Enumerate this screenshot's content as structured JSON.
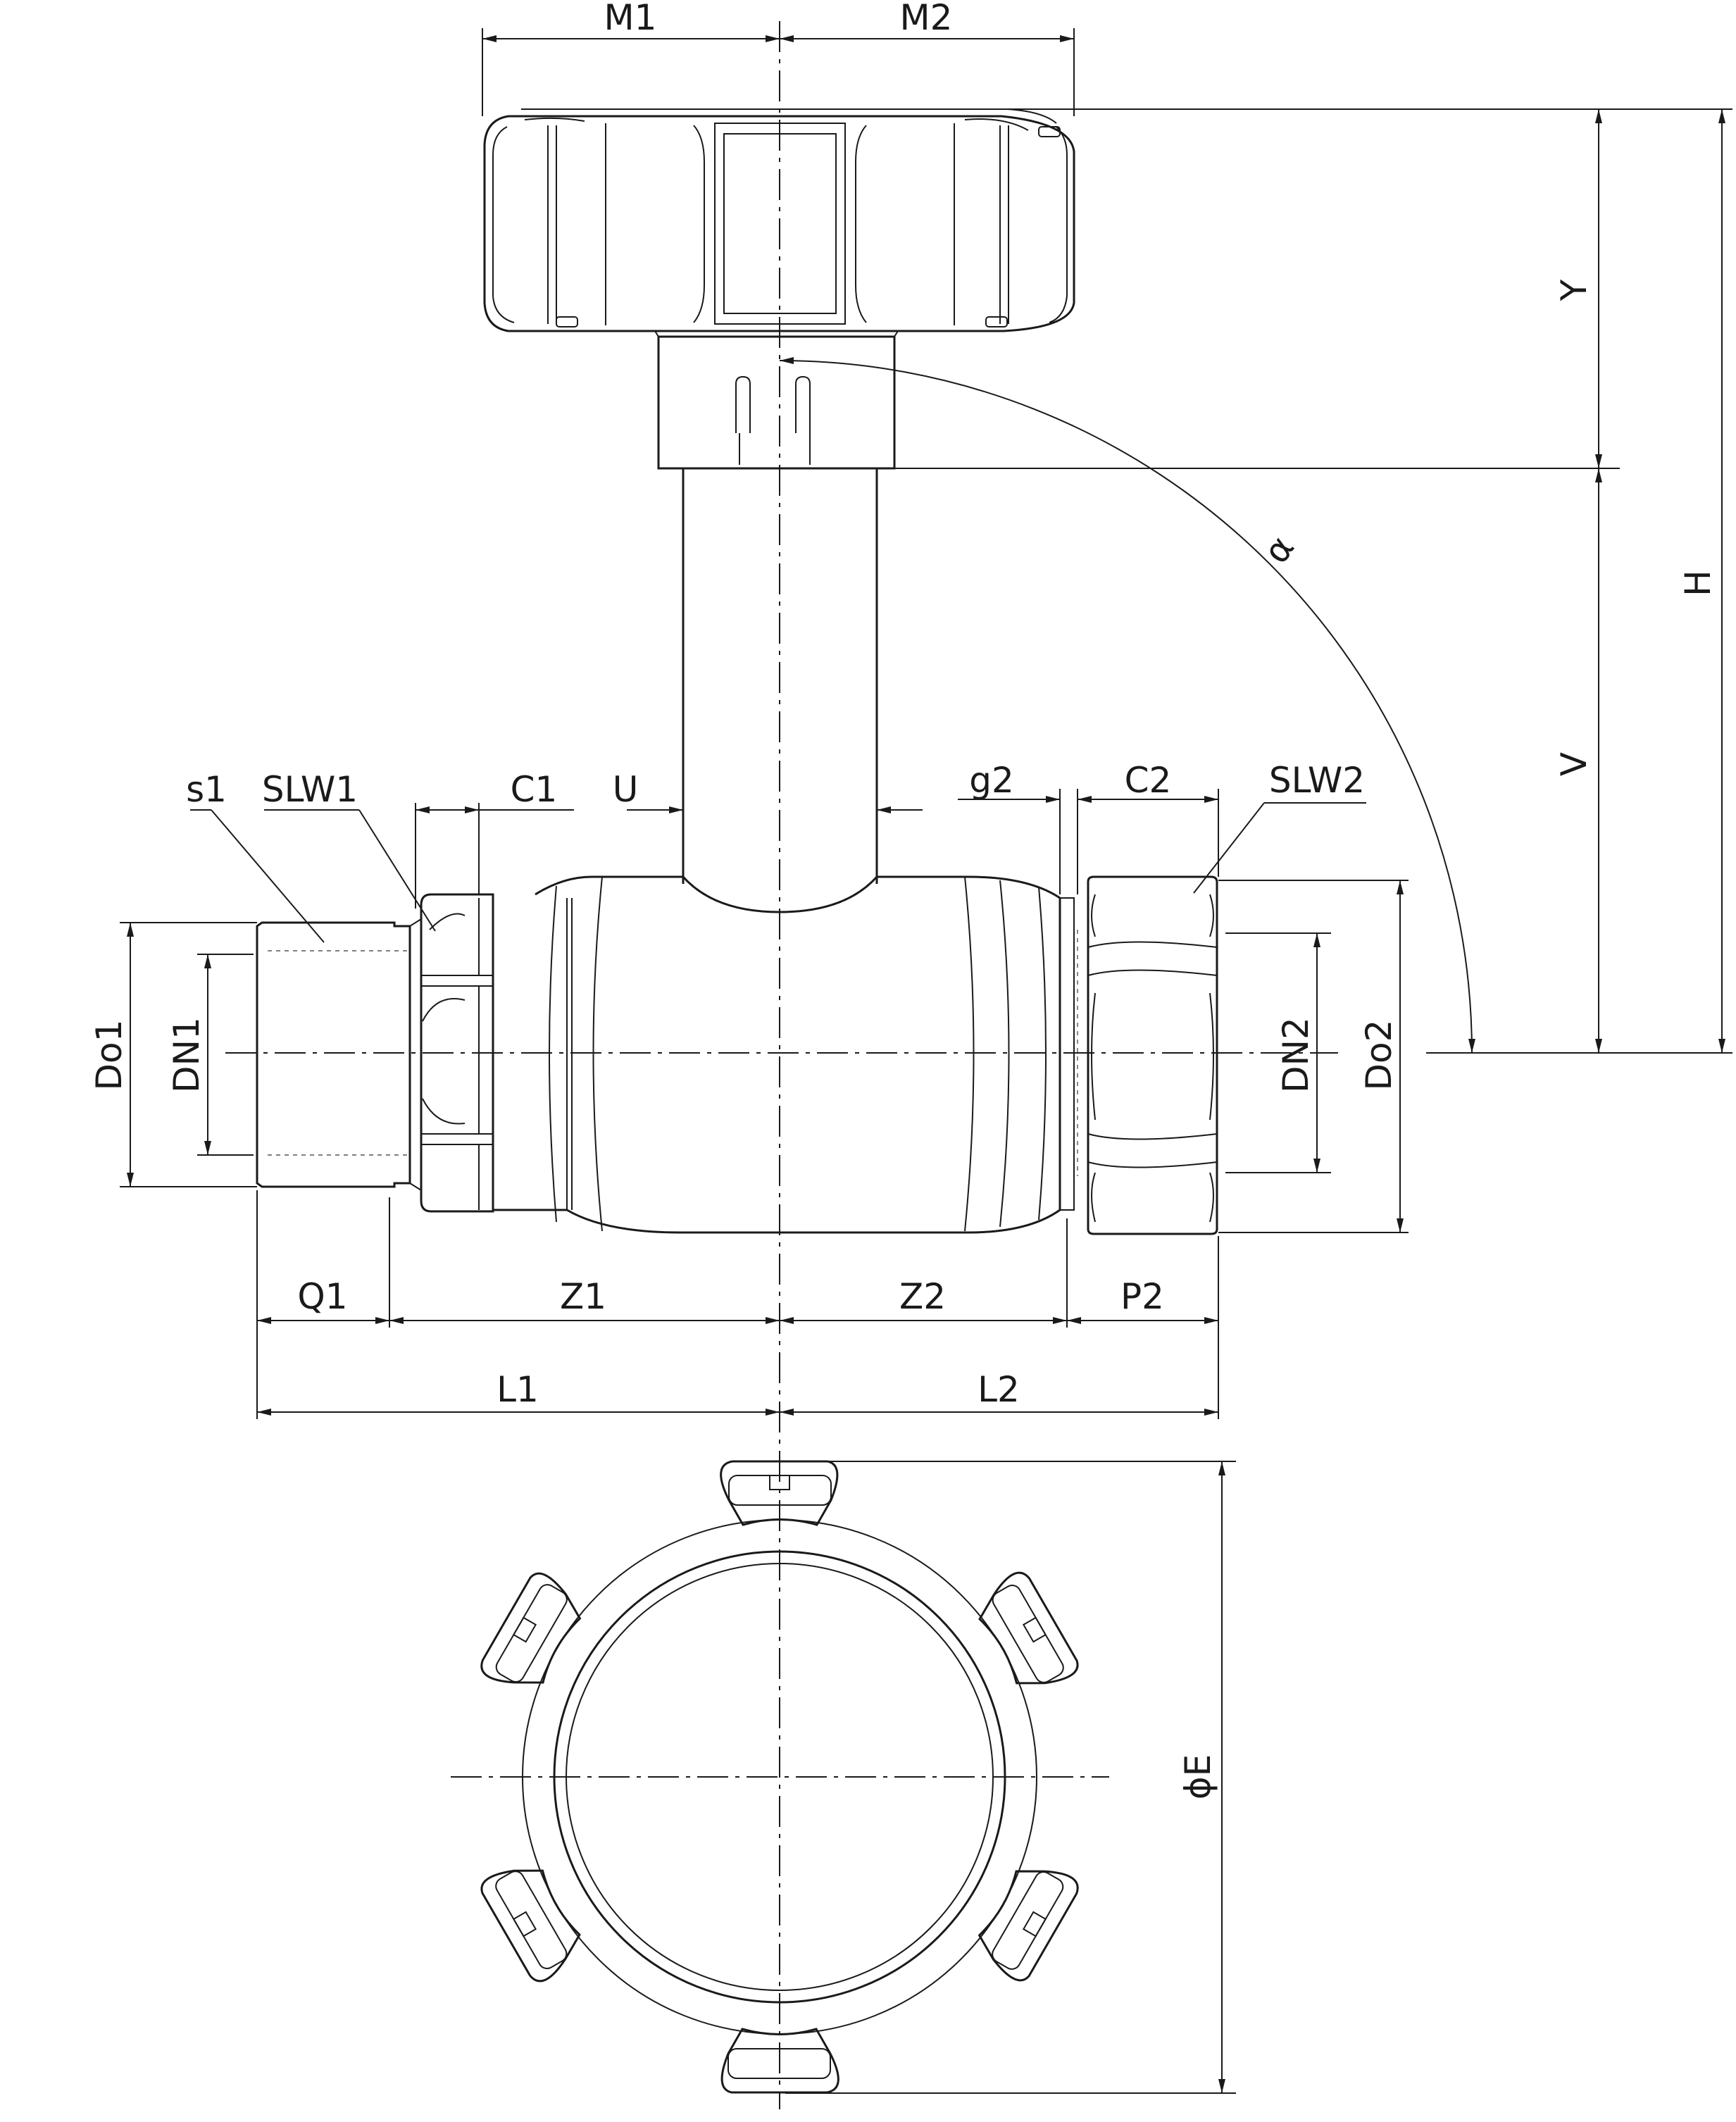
{
  "labels": {
    "M1": "M1",
    "M2": "M2",
    "Y": "Y",
    "H": "H",
    "V": "V",
    "alpha": "α",
    "s1": "s1",
    "SLW1": "SLW1",
    "C1": "C1",
    "U": "U",
    "g2": "g2",
    "C2": "C2",
    "SLW2": "SLW2",
    "Do1": "Do1",
    "DN1": "DN1",
    "DN2": "DN2",
    "Do2": "Do2",
    "Q1": "Q1",
    "Z1": "Z1",
    "Z2": "Z2",
    "P2": "P2",
    "L1": "L1",
    "L2": "L2",
    "E": "ϕE"
  }
}
